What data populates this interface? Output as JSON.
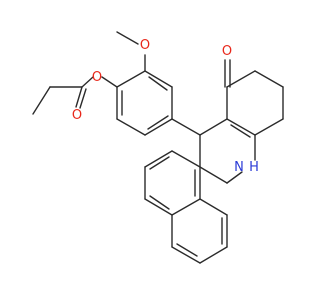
{
  "atoms": {
    "o_ester": {
      "symbol": "O",
      "color": "#e8271a"
    },
    "o_carbonyl_ester": {
      "symbol": "O",
      "color": "#e8271a"
    },
    "o_methoxy": {
      "symbol": "O",
      "color": "#e8271a"
    },
    "o_ketone": {
      "symbol": "O",
      "color": "#e8271a"
    },
    "n_amine": {
      "symbol": "N",
      "color": "#2b3bd6"
    },
    "h_amine": {
      "symbol": "H",
      "color": "#2b3bd6"
    }
  },
  "colors": {
    "bond": "#2b2b2b",
    "background": "#ffffff"
  }
}
